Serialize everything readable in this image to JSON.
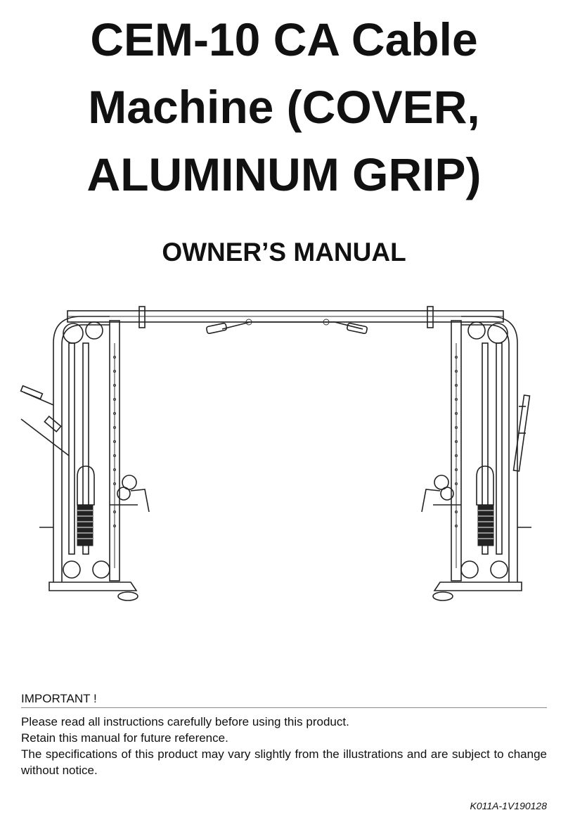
{
  "header": {
    "title_line1": "CEM-10 CA Cable",
    "title_line2": "Machine (COVER,",
    "title_line3": "ALUMINUM GRIP)",
    "subtitle": "OWNER’S MANUAL"
  },
  "notice": {
    "heading": "IMPORTANT !",
    "lines": [
      "Please read all instructions carefully before using this product.",
      "Retain this manual for future reference.",
      "The specifications of this product may vary slightly from the illustrations and are subject to change without notice."
    ]
  },
  "footer": {
    "document_id": "K011A-1V190128"
  },
  "illustration": {
    "icon": "cable-machine-illustration"
  }
}
